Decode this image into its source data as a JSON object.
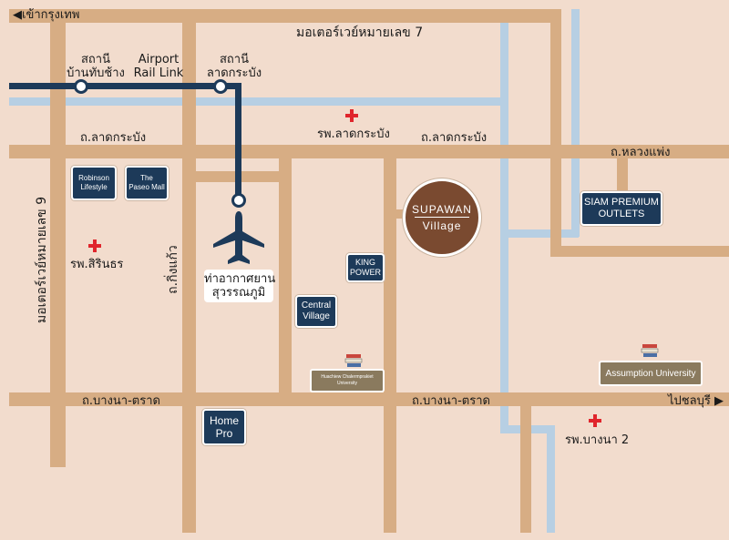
{
  "labels": {
    "to_bangkok": "เข้ากรุงเทพ",
    "motorway7": "มอเตอร์เวย์หมายเลข 7",
    "sta_ban_thap_chang_1": "สถานี",
    "sta_ban_thap_chang_2": "บ้านทับช้าง",
    "airport_rail_1": "Airport",
    "airport_rail_2": "Rail Link",
    "sta_lat_krabang_1": "สถานี",
    "sta_lat_krabang_2": "ลาดกระบัง",
    "hosp_lat_krabang": "รพ.ลาดกระบัง",
    "road_lat_krabang_left": "ถ.ลาดกระบัง",
    "road_lat_krabang_right": "ถ.ลาดกระบัง",
    "road_luang_phaeng": "ถ.หลวงแพ่ง",
    "motorway9": "มอเตอร์เวย์หมายเลข 9",
    "hosp_sirinthorn": "รพ.สิรินธร",
    "road_king_kaeo": "ถ.กิ่งแก้ว",
    "airport_1": "ท่าอากาศยาน",
    "airport_2": "สุวรรณภูมิ",
    "road_bangna_left": "ถ.บางนา-ตราด",
    "road_bangna_right": "ถ.บางนา-ตราด",
    "to_chonburi": "ไปชลบุรี",
    "hosp_bangna2": "รพ.บางนา 2"
  },
  "places": {
    "robinson_1": "Robinson",
    "robinson_2": "Lifestyle",
    "paseo_1": "The",
    "paseo_2": "Paseo Mall",
    "king_power_1": "KING",
    "king_power_2": "POWER",
    "central_1": "Central",
    "central_2": "Village",
    "homepro_1": "Home",
    "homepro_2": "Pro",
    "siam_1": "SIAM PREMIUM",
    "siam_2": "OUTLETS",
    "huachiew_1": "Huachiew Chalermprakiet",
    "huachiew_2": "University",
    "assumption": "Assumption University"
  },
  "logo": {
    "line1": "SUPAWAN",
    "line2": "Village"
  },
  "icons": {
    "hospital": "red-cross-icon",
    "airport": "airplane-icon",
    "university": "books-icon",
    "direction_left": "arrow-left-icon",
    "direction_right": "arrow-right-icon"
  },
  "colors": {
    "background": "#f2dccd",
    "road": "#d7ad84",
    "canal": "#b7cfe3",
    "rail": "#1d3a59",
    "logo": "#7a4a30",
    "university_box": "#8a7a5e"
  }
}
